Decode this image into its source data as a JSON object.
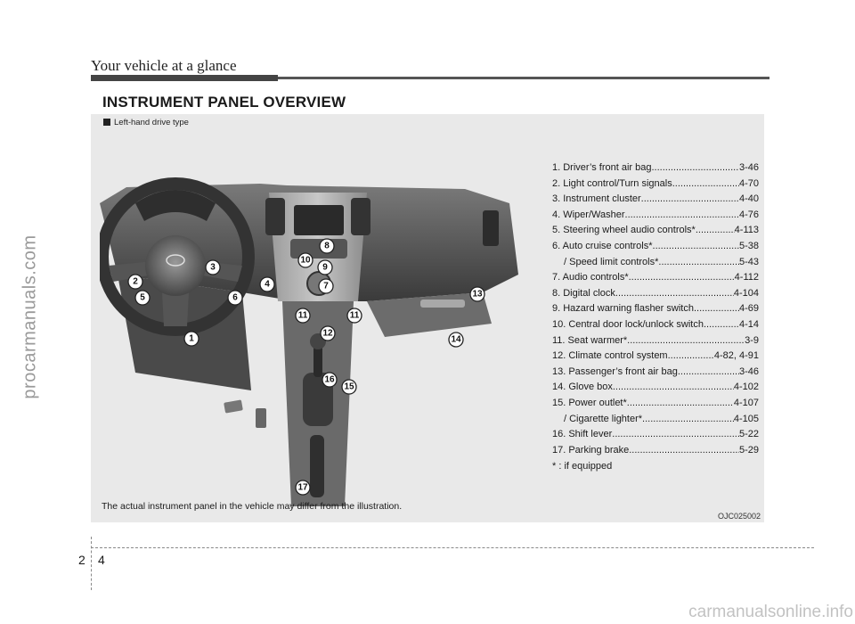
{
  "header": {
    "title": "Your vehicle at a glance"
  },
  "section": {
    "title": "INSTRUMENT PANEL OVERVIEW"
  },
  "figure": {
    "caption": "Left-hand drive type",
    "disclaimer": "The actual instrument panel in the vehicle may differ from the illustration.",
    "code": "OJC025002",
    "callouts": [
      "1",
      "2",
      "3",
      "4",
      "5",
      "6",
      "7",
      "8",
      "9",
      "10",
      "11",
      "11",
      "12",
      "13",
      "14",
      "15",
      "16",
      "17"
    ]
  },
  "legend": {
    "items": [
      {
        "label": "1. Driver’s front air bag ",
        "page": "3-46"
      },
      {
        "label": "2. Light control/Turn signals ",
        "page": "4-70"
      },
      {
        "label": "3. Instrument cluster",
        "page": "4-40"
      },
      {
        "label": "4. Wiper/Washer ",
        "page": "4-76"
      },
      {
        "label": "5. Steering wheel audio controls* ",
        "page": "4-113"
      },
      {
        "label": "6. Auto cruise controls*  ",
        "page": "5-38"
      },
      {
        "label": "/ Speed limit controls* ",
        "page": "5-43"
      },
      {
        "label": "7. Audio controls* ",
        "page": "4-112"
      },
      {
        "label": "8. Digital clock ",
        "page": "4-104"
      },
      {
        "label": "9. Hazard warning flasher switch ",
        "page": "4-69"
      },
      {
        "label": "10. Central door lock/unlock switch",
        "page": "4-14"
      },
      {
        "label": "11. Seat warmer* ",
        "page": "3-9"
      },
      {
        "label": "12. Climate control system ",
        "page": "4-82, 4-91"
      },
      {
        "label": "13. Passenger’s front air bag ",
        "page": "3-46"
      },
      {
        "label": "14. Glove box ",
        "page": "4-102"
      },
      {
        "label": "15. Power outlet* ",
        "page": "4-107"
      },
      {
        "label": "/ Cigarette lighter* ",
        "page": "4-105"
      },
      {
        "label": "16. Shift lever ",
        "page": "5-22"
      },
      {
        "label": "17. Parking brake ",
        "page": "5-29"
      }
    ],
    "note": "* : if equipped"
  },
  "footer": {
    "chapter": "2",
    "page": "4"
  },
  "watermarks": {
    "side": "procarmanuals.com",
    "bottom": "carmanualsonline.info"
  }
}
